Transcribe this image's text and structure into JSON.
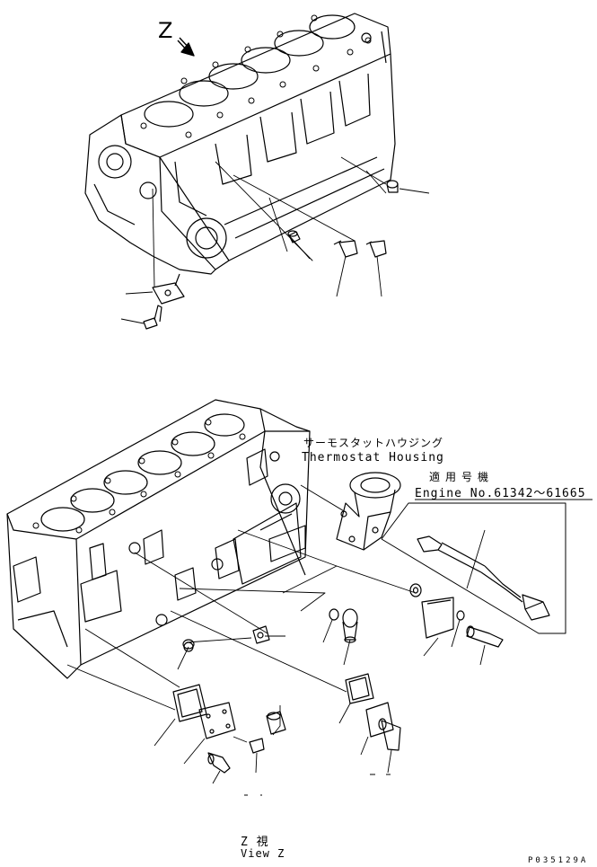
{
  "view_marker": "Z",
  "thermostat_housing": {
    "jp": "サーモスタットハウジング",
    "en": "Thermostat Housing"
  },
  "serial_note": {
    "jp": "適用号機",
    "en": "Engine No.61342～61665"
  },
  "view_caption": {
    "jp": "Z  視",
    "en": "View Z"
  },
  "drawing_code": "P035129A"
}
